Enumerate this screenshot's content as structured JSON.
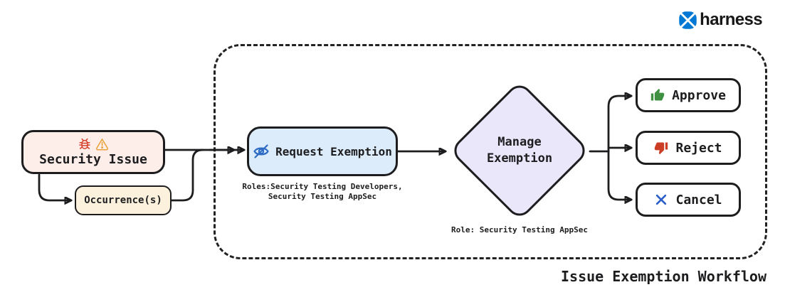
{
  "brand": {
    "name": "harness",
    "logo_icon": "harness-logo-icon",
    "logo_color": "#0278d5"
  },
  "workflow": {
    "title": "Issue Exemption Workflow",
    "nodes": {
      "security_issue": {
        "label": "Security Issue",
        "icons": [
          "bug-icon",
          "warning-icon"
        ],
        "fill": "#fdeeea"
      },
      "occurrences": {
        "label": "Occurrence(s)",
        "fill": "#fbf1dd"
      },
      "request_exemption": {
        "label": "Request Exemption",
        "icon": "eye-slash-icon",
        "fill": "#dcecfb",
        "roles_line1": "Roles:Security Testing Developers,",
        "roles_line2": "Security Testing AppSec"
      },
      "manage_exemption": {
        "label": "Manage Exemption",
        "fill": "#eae7fb",
        "role_caption": "Role: Security Testing AppSec"
      },
      "approve": {
        "label": "Approve",
        "icon": "thumbs-up-icon",
        "icon_color": "#3f9142"
      },
      "reject": {
        "label": "Reject",
        "icon": "thumbs-down-icon",
        "icon_color": "#cc3e26"
      },
      "cancel": {
        "label": "Cancel",
        "icon": "x-icon",
        "icon_color": "#2d5fc9"
      }
    },
    "colors": {
      "stroke": "#1d1d1f",
      "bug_red": "#d6402c",
      "warning_orange": "#e9a23b",
      "eye_blue": "#2d6bc4",
      "approve_green": "#3f9142",
      "reject_red": "#cc3e26",
      "cancel_blue": "#2d5fc9",
      "brand_blue": "#0278d5"
    }
  }
}
